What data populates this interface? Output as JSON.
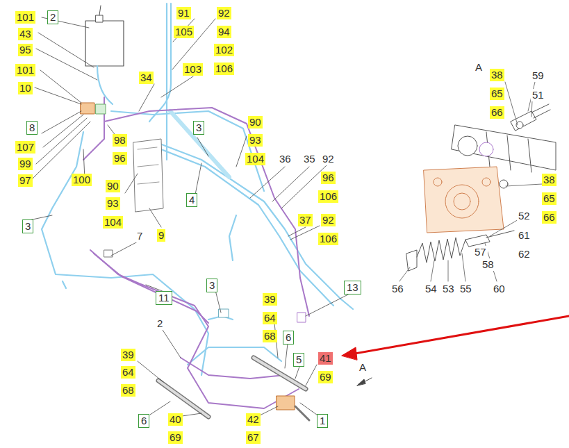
{
  "diagram": {
    "nodes": [
      {
        "text": [
          "2"
        ]
      },
      {
        "text": [
          "8"
        ]
      },
      {
        "text": [
          "3"
        ]
      },
      {
        "text": [
          "4"
        ]
      },
      {
        "text": [
          "3"
        ]
      },
      {
        "text": [
          "3"
        ]
      },
      {
        "text": [
          "13"
        ]
      },
      {
        "text": [
          "11"
        ]
      },
      {
        "text": [
          "6"
        ]
      },
      {
        "text": [
          "5"
        ]
      },
      {
        "text": [
          "6"
        ]
      },
      {
        "text": [
          "1"
        ]
      }
    ],
    "labels": [
      "101",
      "43",
      "95",
      "101",
      "10",
      "107",
      "99",
      "97",
      "91",
      "105",
      "92",
      "94",
      "102",
      "106",
      "103",
      "34",
      "98",
      "96",
      "100",
      "90",
      "93",
      "104",
      "9",
      "90",
      "93",
      "104",
      "36",
      "35",
      "92",
      "96",
      "106",
      "37",
      "92",
      "106",
      "7",
      "39",
      "64",
      "68",
      "2",
      "41",
      "69",
      "A",
      "39",
      "64",
      "68",
      "40",
      "69",
      "42",
      "67",
      "A",
      "38",
      "65",
      "66",
      "59",
      "51",
      "38",
      "65",
      "66",
      "52",
      "61",
      "62",
      "56",
      "54",
      "53",
      "55",
      "60",
      "57",
      "58"
    ]
  }
}
